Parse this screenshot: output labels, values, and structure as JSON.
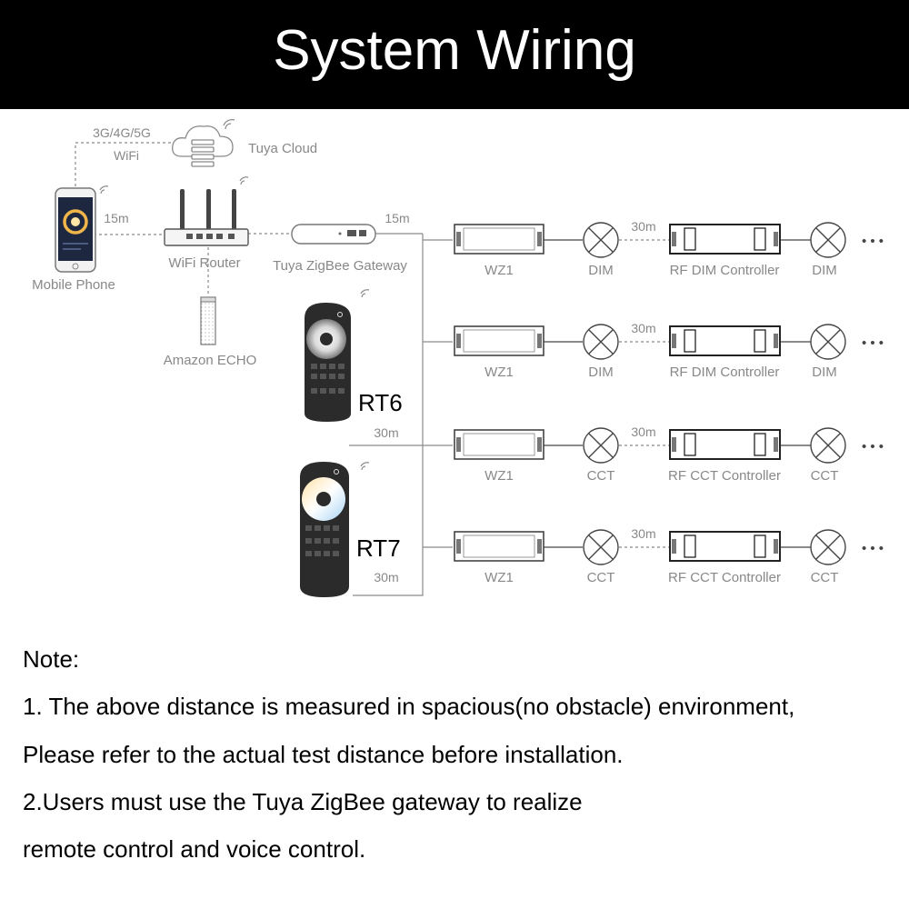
{
  "title": "System Wiring",
  "colors": {
    "header_bg": "#000000",
    "title_text": "#ffffff",
    "label_gray": "#888888",
    "line_gray": "#8a8a8a",
    "remote_body": "#2b2b2b"
  },
  "labels": {
    "network": "3G/4G/5G",
    "wifi": "WiFi",
    "cloud": "Tuya Cloud",
    "phone": "Mobile Phone",
    "router": "WiFi Router",
    "gateway": "Tuya ZigBee Gateway",
    "echo": "Amazon ECHO",
    "dist_phone_router": "15m",
    "dist_gateway_bus": "15m"
  },
  "remotes": [
    {
      "name": "RT6",
      "distance": "30m"
    },
    {
      "name": "RT7",
      "distance": "30m"
    }
  ],
  "rows": [
    {
      "module": "WZ1",
      "load1": "DIM",
      "distance": "30m",
      "controller": "RF DIM Controller",
      "load2": "DIM",
      "more": "• • •"
    },
    {
      "module": "WZ1",
      "load1": "DIM",
      "distance": "30m",
      "controller": "RF DIM Controller",
      "load2": "DIM",
      "more": "• • •"
    },
    {
      "module": "WZ1",
      "load1": "CCT",
      "distance": "30m",
      "controller": "RF CCT Controller",
      "load2": "CCT",
      "more": "• • •"
    },
    {
      "module": "WZ1",
      "load1": "CCT",
      "distance": "30m",
      "controller": "RF CCT Controller",
      "load2": "CCT",
      "more": "• • •"
    }
  ],
  "notes": {
    "heading": "Note:",
    "line1": "1. The above distance is measured in spacious(no obstacle) environment,",
    "line2": "Please refer to the actual test distance before installation.",
    "line3": "2.Users must use the Tuya ZigBee gateway to realize",
    "line4": "remote control and voice control."
  }
}
